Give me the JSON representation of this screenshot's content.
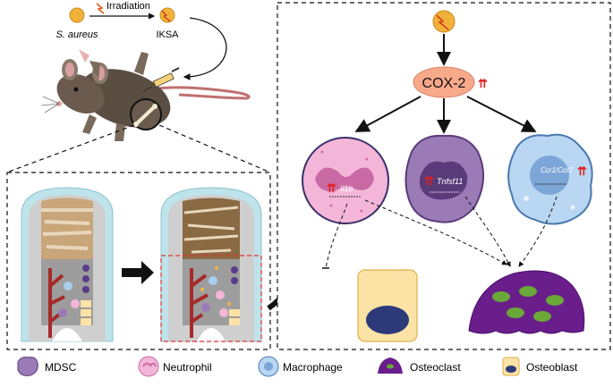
{
  "top": {
    "bacteria_label": "S. aureus",
    "process_label": "Irradiation",
    "inactivated_label": "IKSA"
  },
  "pathway": {
    "enzyme_label": "COX-2",
    "arrows_glyph": "⇈",
    "neutrophil_gene": "Il1b",
    "mdsc_gene": "Tnfsf11",
    "macrophage_gene": "Ccr1/Ccr2"
  },
  "legend": [
    {
      "label": "MDSC",
      "icon": "mdsc-cell-icon"
    },
    {
      "label": "Neutrophil",
      "icon": "neutrophil-cell-icon"
    },
    {
      "label": "Macrophage",
      "icon": "macrophage-cell-icon"
    },
    {
      "label": "Osteoclast",
      "icon": "osteoclast-cell-icon"
    },
    {
      "label": "Osteoblast",
      "icon": "osteoblast-cell-icon"
    }
  ],
  "colors": {
    "bacteria": "#f2b33d",
    "cox2_fill": "#f7a98a",
    "up_arrow": "#e02020",
    "neutrophil": "#f4b6d8",
    "mdsc": "#9b7bb5",
    "macrophage": "#b9d6f2",
    "osteoclast": "#6a1e8c",
    "osteoblast": "#fbe3a6",
    "vessel": "#a52a2a"
  }
}
